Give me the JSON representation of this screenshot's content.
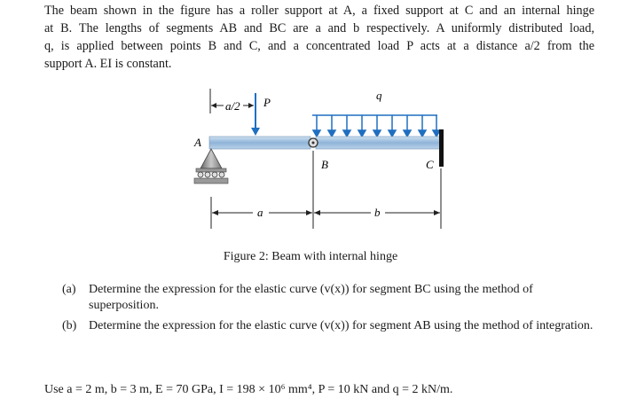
{
  "problem": {
    "intro_lines": [
      "The beam shown in the figure has a roller support at A, a fixed support at C and an internal hinge",
      "at B. The lengths of segments AB and BC are a and b respectively. A uniformly distributed load,",
      "q, is applied between points B and C, and a concentrated load P acts at a distance a/2 from the",
      "support A. EI is constant."
    ]
  },
  "figure": {
    "label_a_over_2": "a/2",
    "label_P": "P",
    "label_q": "q",
    "label_A": "A",
    "label_B": "B",
    "label_C": "C",
    "label_a": "a",
    "label_b": "b",
    "caption": "Figure 2: Beam with internal hinge"
  },
  "questions": [
    {
      "label": "(a)",
      "text": "Determine the expression for the elastic curve (v(x)) for segment BC using the method of superposition."
    },
    {
      "label": "(b)",
      "text": "Determine the expression for the elastic curve (v(x)) for segment AB using the method of integration."
    }
  ],
  "given": "Use a = 2 m, b = 3 m, E = 70 GPa, I = 198 × 10⁶ mm⁴, P = 10 kN and q = 2 kN/m."
}
